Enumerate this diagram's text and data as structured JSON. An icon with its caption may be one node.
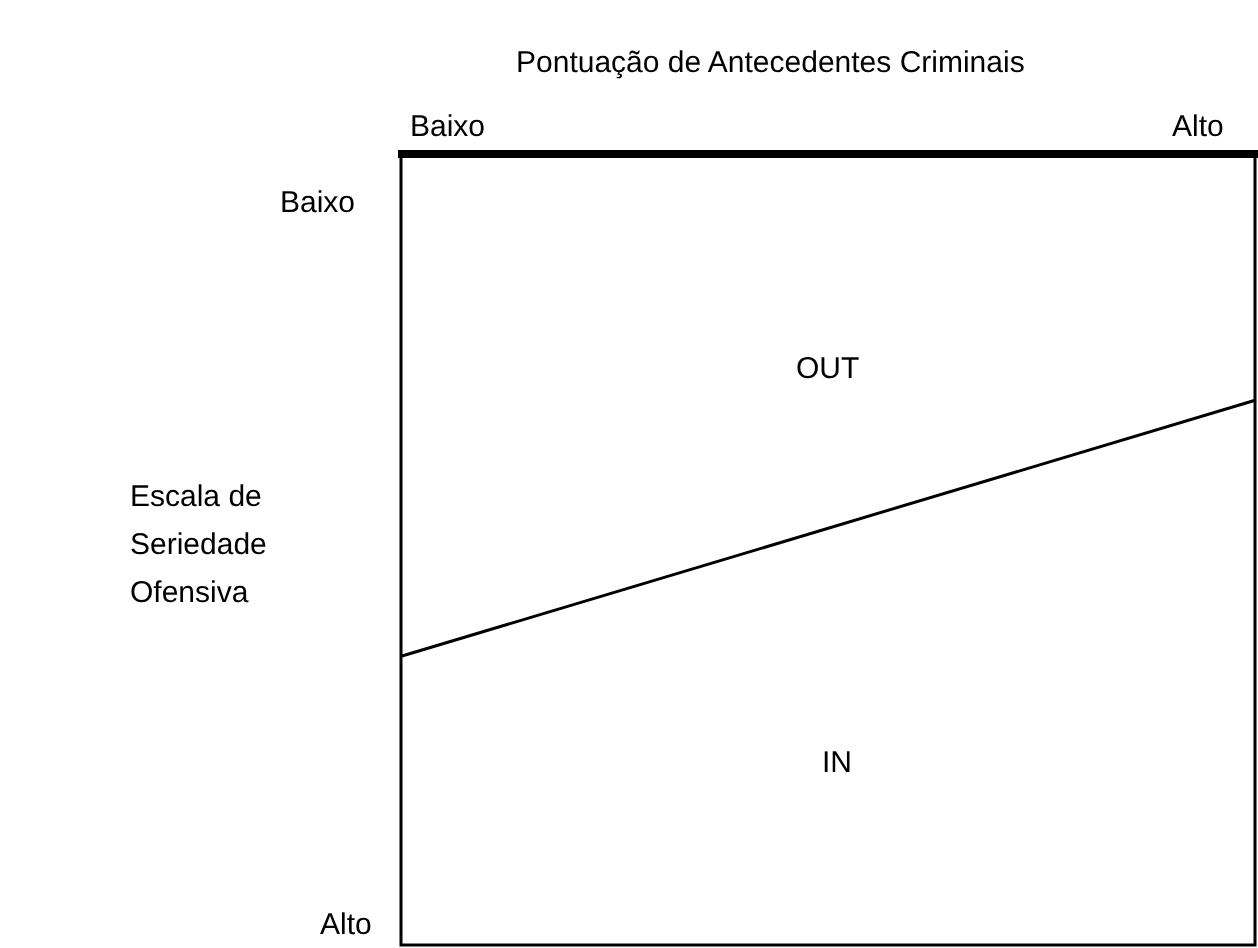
{
  "diagram": {
    "labels": [
      "Pontuação de Antecedentes Criminais",
      "Baixo",
      "Alto",
      "Baixo",
      "OUT",
      "Escala de Seriedade Ofensiva",
      "IN",
      "Alto"
    ]
  }
}
